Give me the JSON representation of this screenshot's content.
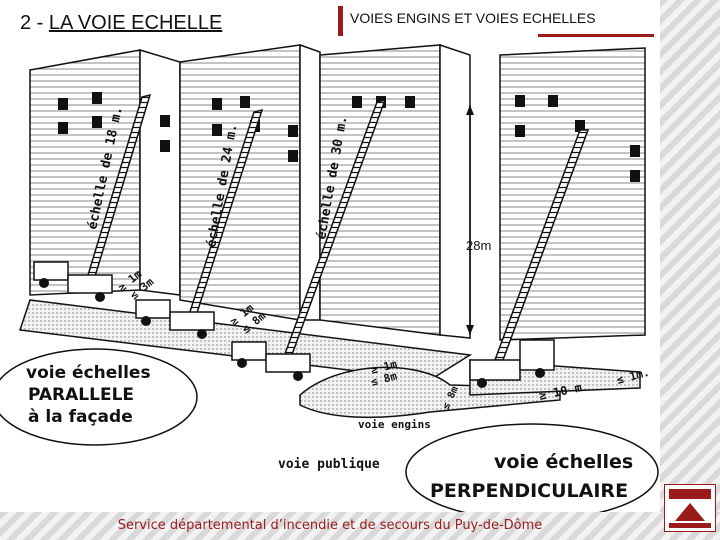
{
  "slide": {
    "title_prefix": "2 - ",
    "title_main": "LA VOIE ECHELLE",
    "header": "VOIES ENGINS ET  VOIES ECHELLES",
    "footer": "Service départemental d’incendie et de secours du Puy-de-Dôme"
  },
  "diagram": {
    "ladder_labels": [
      "échelle de 18 m.",
      "échelle de 24 m.",
      "échelle de 30 m."
    ],
    "height_label": "28m",
    "dist_labels": [
      "≥ 1m",
      "≤ 3m",
      "≥ 1m",
      "≤ 8m",
      "≥ 1m",
      "≤ 8m",
      "≥ 10 m",
      "≤ 1m.",
      "≤ 8m"
    ],
    "road_labels": [
      "voie engins",
      "voie publique"
    ],
    "parallel": {
      "line1": "voie échelles",
      "line2": "PARALLELE",
      "line3": "à la façade"
    },
    "perpendicular": {
      "line1": "voie échelles",
      "line2": "PERPENDICULAIRE"
    }
  },
  "colors": {
    "accent": "#9b1b1b",
    "ink": "#111111"
  },
  "icons": [
    "ladder-truck-icon",
    "sdis-logo-icon"
  ]
}
